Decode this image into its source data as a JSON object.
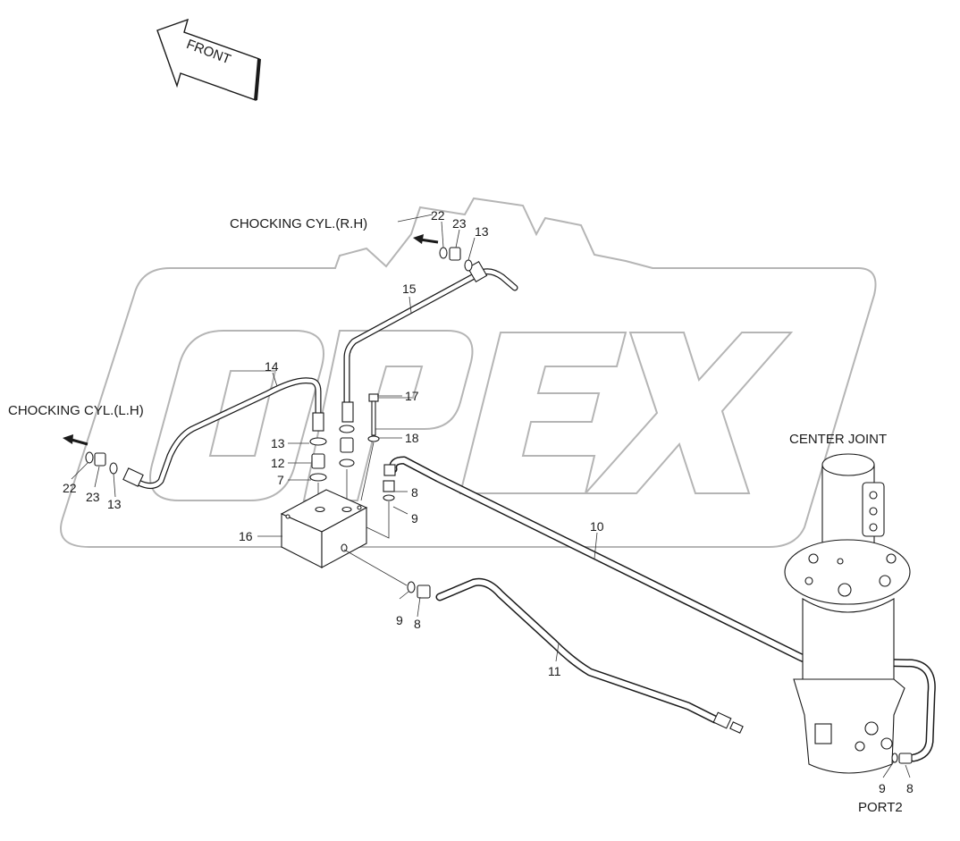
{
  "direction_arrow": {
    "label": "FRONT"
  },
  "watermark": {
    "text": "OPEX"
  },
  "labels": {
    "chocking_cyl_rh": "CHOCKING CYL.(R.H)",
    "chocking_cyl_lh": "CHOCKING CYL.(L.H)",
    "center_joint": "CENTER JOINT",
    "port2": "PORT2"
  },
  "part_numbers": {
    "p22_rh": "22",
    "p23_rh": "23",
    "p13_rh": "13",
    "p15": "15",
    "p14": "14",
    "p17": "17",
    "p18": "18",
    "p13_mid": "13",
    "p12": "12",
    "p7": "7",
    "p16": "16",
    "p8_top": "8",
    "p9_top": "9",
    "p10": "10",
    "p22_lh": "22",
    "p23_lh": "23",
    "p13_lh": "13",
    "p9_low": "9",
    "p8_low": "8",
    "p11": "11",
    "p9_port": "9",
    "p8_port": "8"
  }
}
